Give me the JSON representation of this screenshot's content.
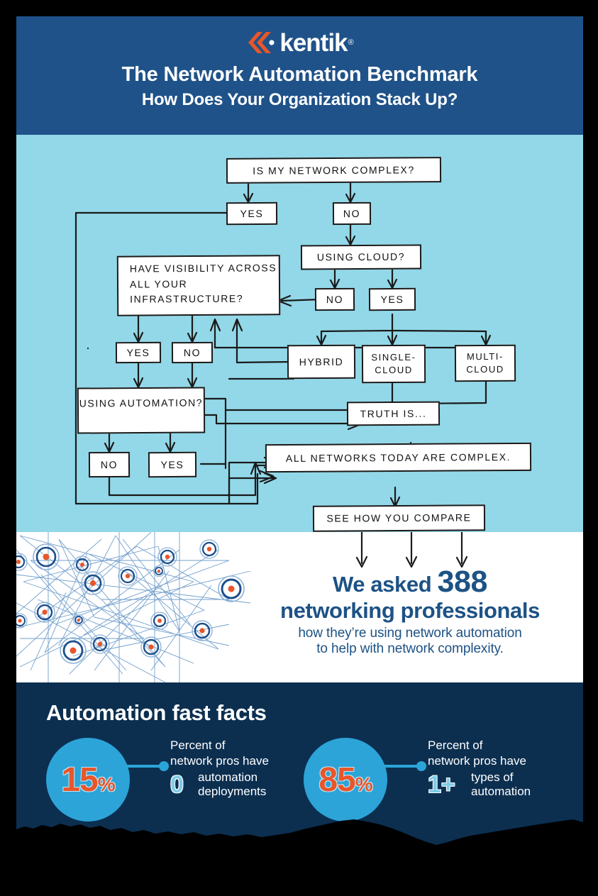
{
  "header": {
    "logo_mark": "kentik-chevron-logo",
    "logo_text": "kentik",
    "registered_mark": "®",
    "title": "The Network Automation Benchmark",
    "subtitle": "How Does Your Organization Stack Up?"
  },
  "flowchart": {
    "nodes": [
      {
        "id": "q_complex",
        "label": "IS MY NETWORK COMPLEX?"
      },
      {
        "id": "complex_yes",
        "label": "YES"
      },
      {
        "id": "complex_no",
        "label": "NO"
      },
      {
        "id": "q_cloud",
        "label": "USING CLOUD?"
      },
      {
        "id": "cloud_no",
        "label": "NO"
      },
      {
        "id": "cloud_yes",
        "label": "YES"
      },
      {
        "id": "q_visibility",
        "label": "HAVE VISIBILITY ACROSS ALL YOUR INFRASTRUCTURE?"
      },
      {
        "id": "vis_yes",
        "label": "YES"
      },
      {
        "id": "vis_no",
        "label": "NO"
      },
      {
        "id": "hybrid",
        "label": "HYBRID"
      },
      {
        "id": "single_cloud",
        "label": "SINGLE- CLOUD"
      },
      {
        "id": "multi_cloud",
        "label": "MULTI- CLOUD"
      },
      {
        "id": "q_automation",
        "label": "USING AUTOMATION?"
      },
      {
        "id": "auto_no",
        "label": "NO"
      },
      {
        "id": "auto_yes",
        "label": "YES"
      },
      {
        "id": "truth",
        "label": "TRUTH IS..."
      },
      {
        "id": "conclusion",
        "label": "ALL NETWORKS TODAY ARE COMPLEX."
      },
      {
        "id": "compare",
        "label": "SEE HOW YOU COMPARE"
      }
    ]
  },
  "asked": {
    "line1_prefix": "We asked ",
    "line1_number": "388",
    "line2": "networking professionals",
    "line3": "how they’re using network automation",
    "line4": "to help with network complexity."
  },
  "facts": {
    "section_title": "Automation fast facts",
    "items": [
      {
        "percent": "15",
        "percent_symbol": "%",
        "lead_line1": "Percent of",
        "lead_line2": "network pros have",
        "badge": "0",
        "detail_line1": "automation",
        "detail_line2": "deployments"
      },
      {
        "percent": "85",
        "percent_symbol": "%",
        "lead_line1": "Percent of",
        "lead_line2": "network pros  have",
        "badge": "1+",
        "detail_line1": "types of",
        "detail_line2": "automation"
      }
    ]
  },
  "colors": {
    "page_background": "#000000",
    "header_blue": "#1f5289",
    "flow_light_blue": "#92d8e8",
    "white_band": "#ffffff",
    "facts_navy": "#0c2f50",
    "accent_orange": "#e8562a",
    "accent_cyan": "#2ca4d8",
    "text_blue": "#1d5285",
    "badge_blue": "#7fcce9",
    "node_line": "#1a1a1a"
  }
}
